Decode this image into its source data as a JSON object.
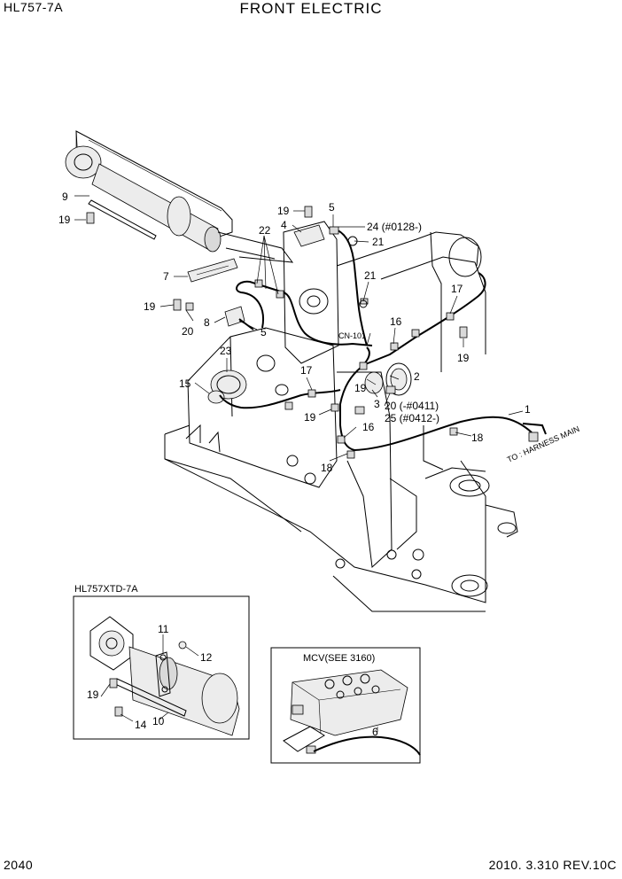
{
  "header": {
    "model": "HL757-7A",
    "title": "FRONT ELECTRIC"
  },
  "footer": {
    "page": "2040",
    "revision": "2010. 3.310  REV.10C"
  },
  "main_callouts": {
    "c9": "9",
    "c19a": "19",
    "c7": "7",
    "c19b": "19",
    "c20": "20",
    "c8": "8",
    "c5a": "5",
    "c22": "22",
    "c19c": "19",
    "c4": "4",
    "c5b": "5",
    "c24": "24 (#0128-)",
    "c21a": "21",
    "c21b": "21",
    "cn101": "CN-101",
    "c16a": "16",
    "c17a": "17",
    "c19d": "19",
    "c2": "2",
    "c19e": "19",
    "c3": "3",
    "c20b": "20 (-#0411)",
    "c25": "25 (#0412-)",
    "c23": "23",
    "c15": "15",
    "c17b": "17",
    "c19f": "19",
    "c16b": "16",
    "c18a": "18",
    "c18b": "18",
    "c1": "1",
    "to_harness": "TO : HARNESS MAIN"
  },
  "inset_xtd": {
    "label": "HL757XTD-7A",
    "callouts": {
      "c11": "11",
      "c12": "12",
      "c19": "19",
      "c14": "14",
      "c10": "10"
    }
  },
  "inset_mcv": {
    "label": "MCV(SEE 3160)",
    "callouts": {
      "c6": "6"
    }
  }
}
